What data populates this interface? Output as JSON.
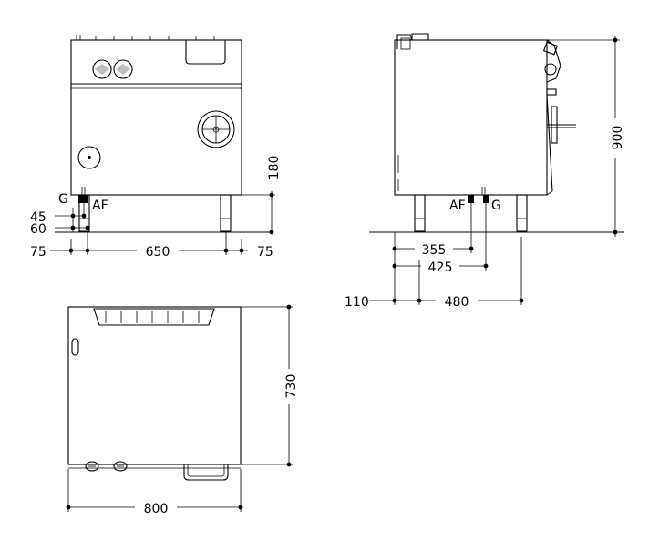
{
  "front_view": {
    "dimensions": {
      "width": "650",
      "left_offset": "75",
      "right_offset": "75",
      "height_180": "180",
      "dim_45": "45",
      "dim_60": "60"
    },
    "connections": {
      "gas": "G",
      "water": "AF"
    }
  },
  "side_view": {
    "dimensions": {
      "height": "900",
      "water_pos": "355",
      "gas_pos": "425",
      "offset": "110",
      "depth": "480"
    },
    "connections": {
      "water": "AF",
      "gas": "G"
    }
  },
  "top_view": {
    "dimensions": {
      "width": "800",
      "depth": "730"
    }
  }
}
